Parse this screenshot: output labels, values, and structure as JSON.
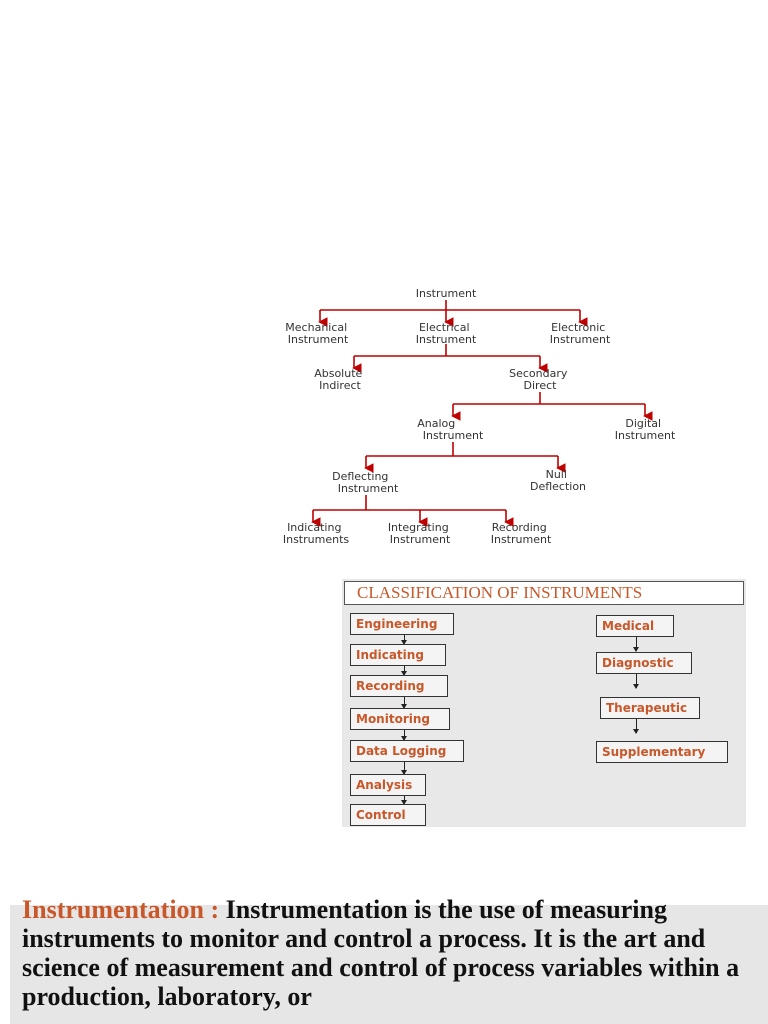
{
  "tree": {
    "root": "Instrument",
    "level1": [
      {
        "line1": "Mechanical",
        "line2": "Instrument"
      },
      {
        "line1": "Electrical",
        "line2": "Instrument"
      },
      {
        "line1": "Electronic",
        "line2": "Instrument"
      }
    ],
    "level2": [
      {
        "line1": "Absolute",
        "line2": "Indirect"
      },
      {
        "line1": "Secondary",
        "line2": "Direct"
      }
    ],
    "level3": [
      {
        "line1": "Analog",
        "line2": "Instrument"
      },
      {
        "line1": "Digital",
        "line2": "Instrument"
      }
    ],
    "level4": [
      {
        "line1": "Deflecting",
        "line2": "Instrument"
      },
      {
        "line1": "Null",
        "line2": "Deflection"
      }
    ],
    "level5": [
      {
        "line1": "Indicating",
        "line2": "Instruments"
      },
      {
        "line1": "Integrating",
        "line2": "Instrument"
      },
      {
        "line1": "Recording",
        "line2": "Instrument"
      }
    ],
    "line_color": "#c00000"
  },
  "classification": {
    "title": "CLASSIFICATION OF INSTRUMENTS",
    "left": [
      "Engineering",
      "Indicating",
      "Recording",
      "Monitoring",
      "Data Logging",
      "Analysis",
      "Control"
    ],
    "right": [
      "Medical",
      "Diagnostic",
      "Therapeutic",
      "Supplementary"
    ],
    "accent_color": "#c8582a"
  },
  "definition": {
    "term": "Instrumentation :",
    "text": " Instrumentation is the use of measuring instruments to monitor and control a process. It is the art and science of measurement and control of process variables within a production, laboratory, or"
  }
}
